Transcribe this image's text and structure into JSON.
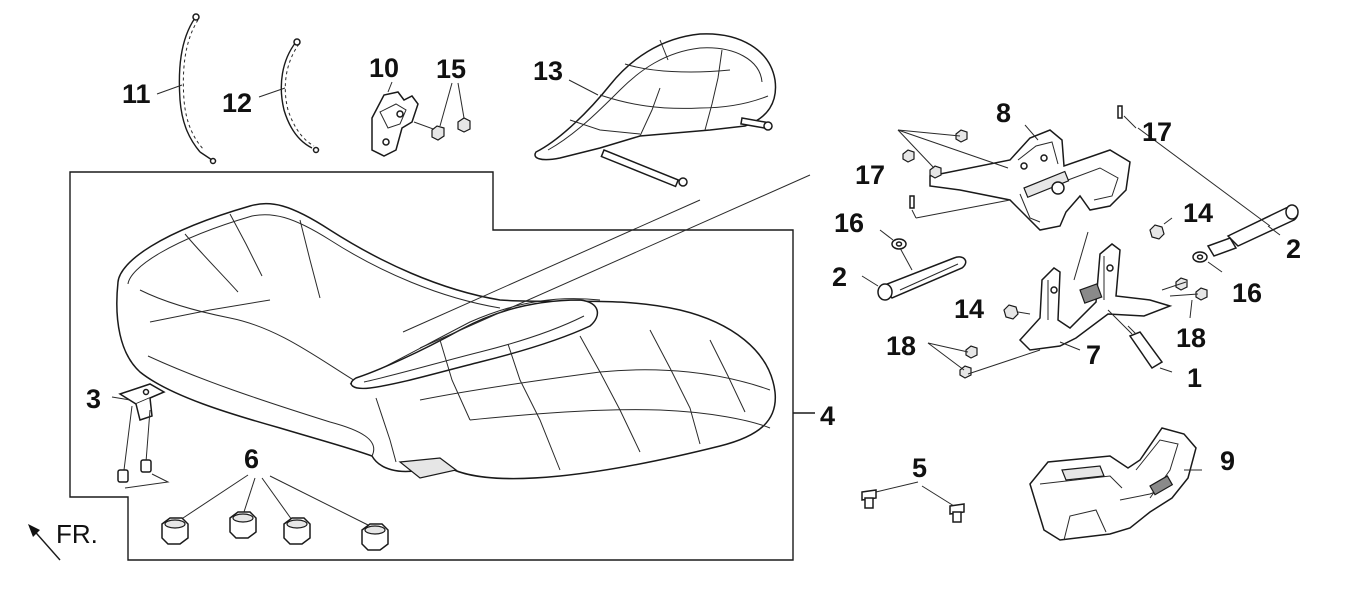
{
  "callouts": [
    {
      "id": "label-11",
      "text": "11"
    },
    {
      "id": "label-12",
      "text": "12"
    },
    {
      "id": "label-10",
      "text": "10"
    },
    {
      "id": "label-15",
      "text": "15"
    },
    {
      "id": "label-13",
      "text": "13"
    },
    {
      "id": "label-8",
      "text": "8"
    },
    {
      "id": "label-17-top",
      "text": "17"
    },
    {
      "id": "label-17-left",
      "text": "17"
    },
    {
      "id": "label-16-left",
      "text": "16"
    },
    {
      "id": "label-14-right",
      "text": "14"
    },
    {
      "id": "label-2-left",
      "text": "2"
    },
    {
      "id": "label-2-right",
      "text": "2"
    },
    {
      "id": "label-16-right",
      "text": "16"
    },
    {
      "id": "label-14-left",
      "text": "14"
    },
    {
      "id": "label-18-left",
      "text": "18"
    },
    {
      "id": "label-18-right",
      "text": "18"
    },
    {
      "id": "label-7",
      "text": "7"
    },
    {
      "id": "label-1",
      "text": "1"
    },
    {
      "id": "label-3",
      "text": "3"
    },
    {
      "id": "label-4",
      "text": "4"
    },
    {
      "id": "label-6",
      "text": "6"
    },
    {
      "id": "label-5",
      "text": "5"
    },
    {
      "id": "label-9",
      "text": "9"
    }
  ],
  "direction_label": "FR."
}
